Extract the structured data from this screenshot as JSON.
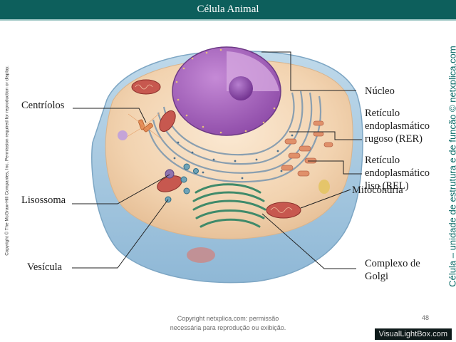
{
  "header": {
    "title": "Célula Animal"
  },
  "labels": {
    "centriolos": "Centríolos",
    "nucleo": "Núcleo",
    "rer": [
      "Retículo",
      "endoplasmático",
      "rugoso (RER)"
    ],
    "rel": [
      "Retículo",
      "endoplasmático",
      "liso (REL)"
    ],
    "mitocondria": "Mitocôndria",
    "lisossoma": "Lisossoma",
    "vesicula": "Vesícula",
    "golgi": [
      "Complexo de",
      "Golgi"
    ]
  },
  "copyright_left": "Copyright © The McGraw-Hill Companies, Inc. Permission required for reproduction or display.",
  "side_text": "Célula – unidade de estrutura e de função © netxplica.com",
  "footer": [
    "Copyright netxplica.com: permissão",
    "necessária para reprodução ou exibição."
  ],
  "page_number": "48",
  "watermark": "VisualLightBox.com",
  "colors": {
    "header": "#0d5f5c",
    "side_text": "#0d6b68",
    "nucleus": "#9b59b6"
  }
}
